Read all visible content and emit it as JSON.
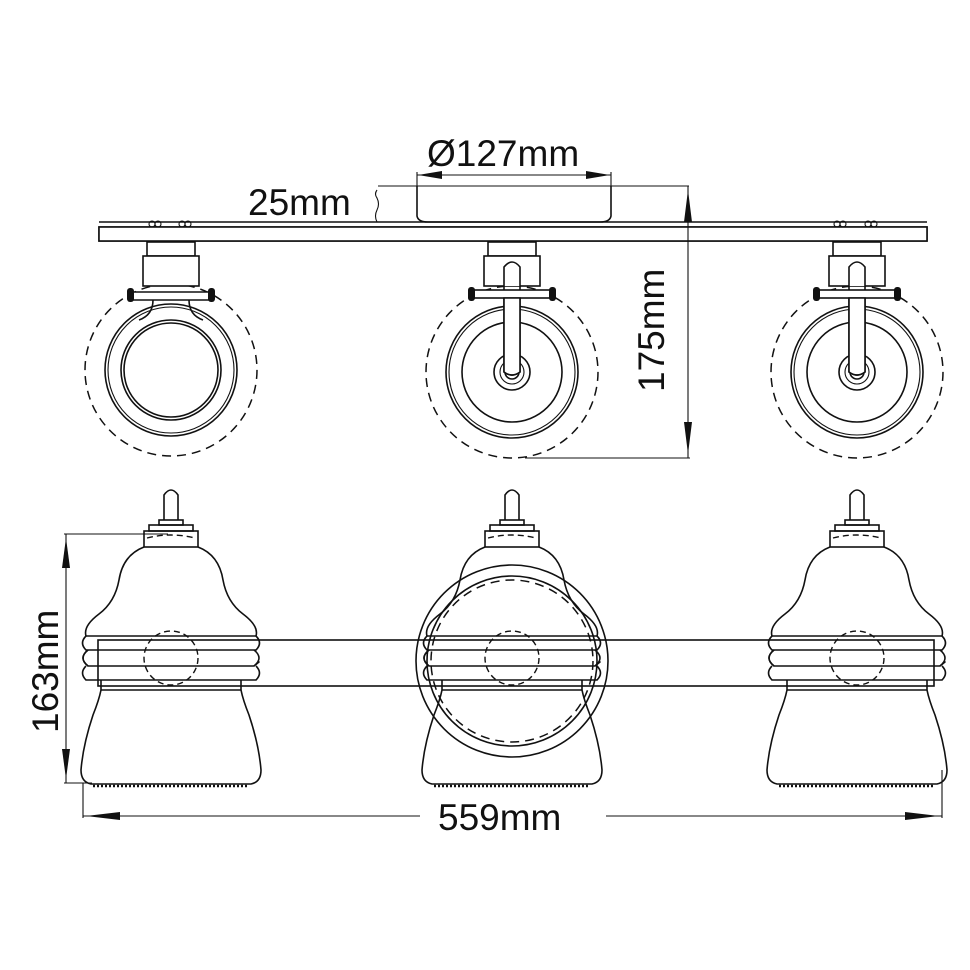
{
  "drawing": {
    "title": "3-light vanity fixture dimension drawing",
    "views": [
      "top-view",
      "front-view"
    ],
    "fixture_count": 3
  },
  "dimensions": {
    "canopy_diameter": "Ø127mm",
    "canopy_depth": "25mm",
    "projection": "175mm",
    "height": "163mm",
    "width": "559mm"
  }
}
